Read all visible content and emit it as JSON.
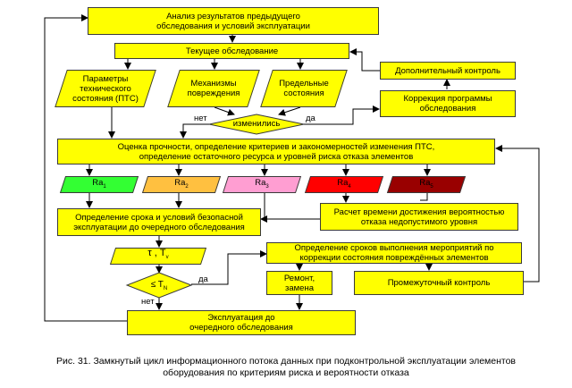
{
  "nodes": {
    "analysis": "Анализ результатов предыдущего\nобследования и условий эксплуатации",
    "current": "Текущее обследование",
    "params": "Параметры\nтехнического\nсостояния (ПТС)",
    "mechanisms": "Механизмы\nповреждения",
    "limits": "Предельные\nсостояния",
    "additional": "Дополнительный контроль",
    "correction": "Коррекция программы\nобследования",
    "changed": "изменились",
    "assessment": "Оценка прочности, определение критериев и закономерностей изменения ПТС,\nопределение остаточного ресурса  и уровней риска отказа элементов",
    "risk_labels": [
      "Ra",
      "Ra",
      "Ra",
      "Ra",
      "Ra"
    ],
    "risk_subs": [
      "1",
      "2",
      "3",
      "4",
      "5"
    ],
    "risk_colors": [
      "#33ff33",
      "#ffc040",
      "#ff9ed2",
      "#ff0000",
      "#990000"
    ],
    "safe_term": "Определение срока и условий  безопасной\nэксплуатации  до  очередного обследования",
    "calc_time": "Расчет времени достижения вероятностью\nотказа недопустимого уровня",
    "tau": "τ  ,  T",
    "tau_sub": "v",
    "compare": "≤ T",
    "compare_sub": "N",
    "measures": "Определение сроков выполнения мероприятий по\nкоррекции состояния повреждённых элементов",
    "repair": "Ремонт,\nзамена",
    "intermediate": "Промежуточный контроль",
    "operation": "Эксплуатация до\nочередного обследования"
  },
  "labels": {
    "no1": "нет",
    "yes1": "да",
    "yes2": "да",
    "no2": "нет"
  },
  "caption": "Рис. 31. Замкнутый цикл информационного потока данных при  подконтрольной эксплуатации элементов\nоборудования по критериям риска и вероятности отказа",
  "colors": {
    "box_fill": "#ffff00",
    "border": "#3a3a3a",
    "line": "#000000"
  }
}
